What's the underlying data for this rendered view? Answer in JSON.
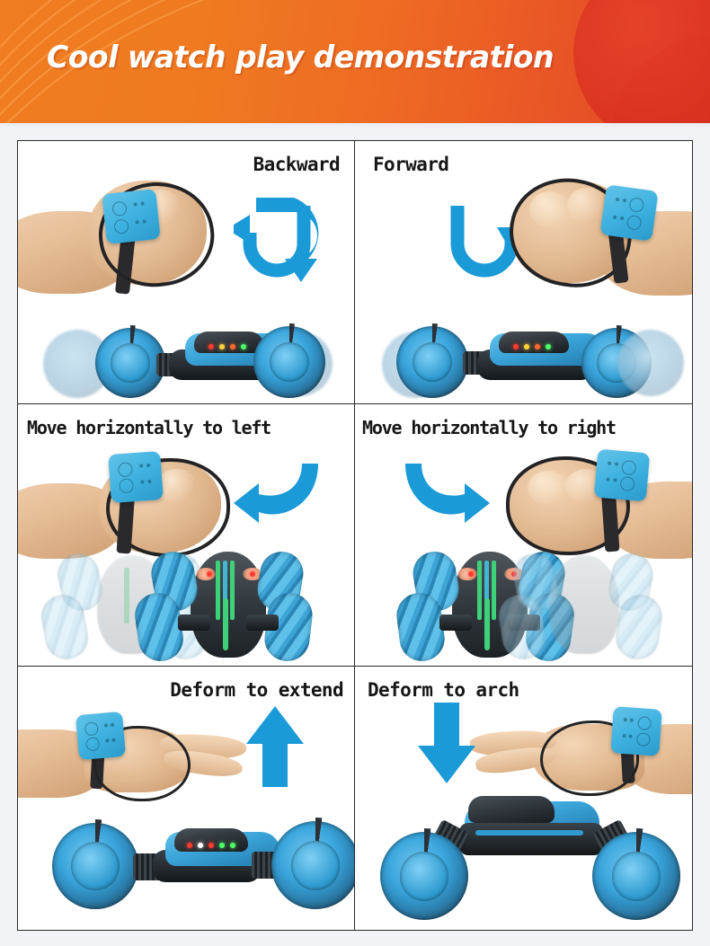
{
  "header": {
    "title": "Cool watch play demonstration",
    "background_colors": [
      "#f07d22",
      "#e34526"
    ],
    "circle_color": "#d9301f",
    "title_color": "#ffffff"
  },
  "page": {
    "background_color": "#f2f3f7",
    "grid_border_color": "#2b2b2b",
    "accent_blue": "#1b9ad8"
  },
  "grid": {
    "columns": 2,
    "rows": 3,
    "cells": [
      {
        "id": "backward",
        "label": "Backward",
        "label_align": "right",
        "arrow": "curved-arrow-left",
        "arrow_color": "#1b9ad8",
        "photo": "hand-with-watch-controller-tilted-back",
        "vehicle": "rc-stunt-car-side-view-motion-blur"
      },
      {
        "id": "forward",
        "label": "Forward",
        "label_align": "left",
        "arrow": "curved-arrow-right",
        "arrow_color": "#1b9ad8",
        "photo": "hand-with-watch-controller-tilted-forward",
        "vehicle": "rc-stunt-car-side-view-motion-blur"
      },
      {
        "id": "move-left",
        "label": "Move horizontally to left",
        "label_align": "left",
        "arrow": "curved-arrow-left",
        "arrow_color": "#1b9ad8",
        "photo": "hand-with-watch-controller-tilted-left",
        "vehicle": "rc-stunt-car-top-view-strafing-left"
      },
      {
        "id": "move-right",
        "label": "Move horizontally to right",
        "label_align": "left",
        "arrow": "curved-arrow-right",
        "arrow_color": "#1b9ad8",
        "photo": "hand-with-watch-controller-tilted-right",
        "vehicle": "rc-stunt-car-top-view-strafing-right"
      },
      {
        "id": "deform-extend",
        "label": "Deform to extend",
        "label_align": "right",
        "arrow": "arrow-up",
        "arrow_color": "#1b9ad8",
        "photo": "open-hand-with-watch-controller-palm-down",
        "vehicle": "rc-stunt-car-extended-low-stance"
      },
      {
        "id": "deform-arch",
        "label": "Deform to arch",
        "label_align": "left",
        "arrow": "arrow-down",
        "arrow_color": "#1b9ad8",
        "photo": "open-hand-with-watch-controller-fingers-curled",
        "vehicle": "rc-stunt-car-arched-high-stance"
      }
    ]
  }
}
